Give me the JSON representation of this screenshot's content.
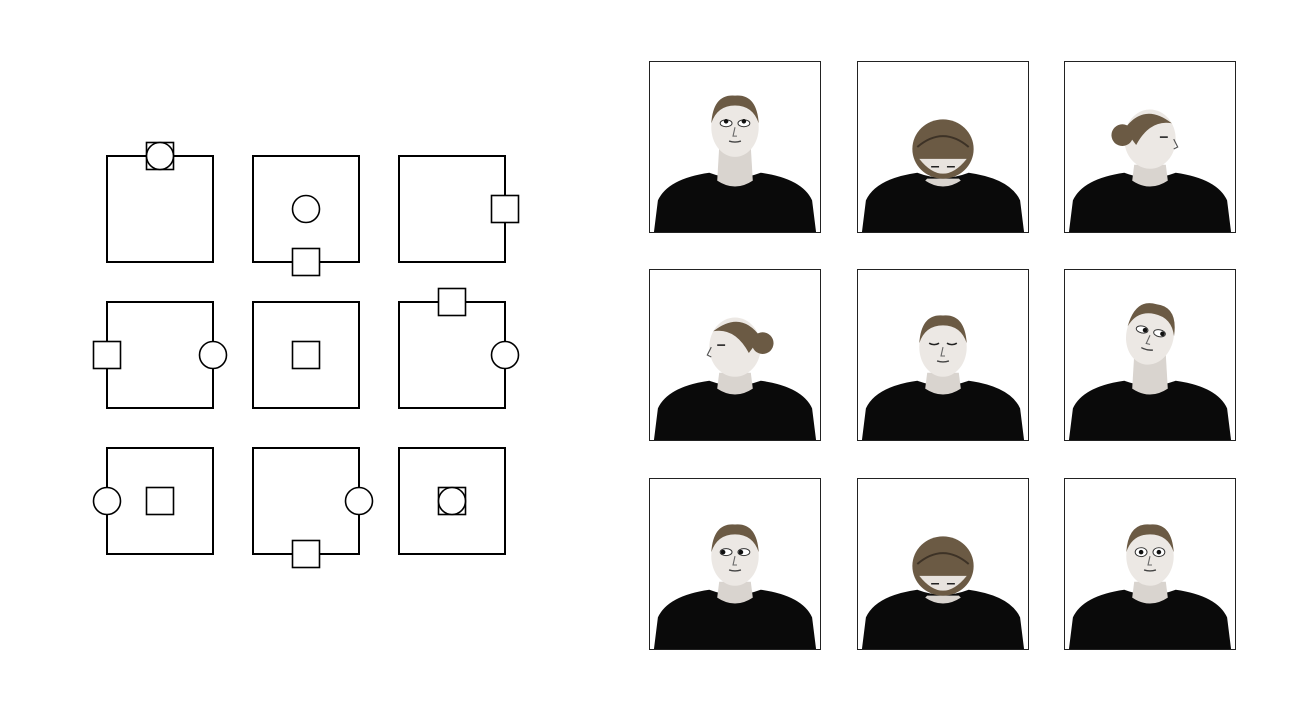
{
  "diagram": {
    "cells": [
      {
        "id": "top-square-with-circle",
        "square": "top",
        "circle": "top"
      },
      {
        "id": "bottom-square-center-circle",
        "square": "bottom",
        "circle": "center"
      },
      {
        "id": "right-square",
        "square": "right",
        "circle": "none"
      },
      {
        "id": "left-square-right-circle",
        "square": "left",
        "circle": "right"
      },
      {
        "id": "center-square",
        "square": "center",
        "circle": "none"
      },
      {
        "id": "top-square-right-circle",
        "square": "top",
        "circle": "right"
      },
      {
        "id": "center-square-left-circle",
        "square": "center",
        "circle": "left"
      },
      {
        "id": "bottom-square-right-circle",
        "square": "bottom",
        "circle": "right"
      },
      {
        "id": "center-square-with-circle",
        "square": "center",
        "circle": "center"
      }
    ]
  },
  "photos": [
    {
      "pose": "head-tilted-up",
      "eyes": "up",
      "colors": {
        "shirt": "#0a0a0a",
        "hair": "#6b5a44"
      }
    },
    {
      "pose": "head-down",
      "eyes": "down",
      "colors": {
        "shirt": "#0a0a0a",
        "hair": "#6b5a44"
      }
    },
    {
      "pose": "profile-right",
      "eyes": "closed",
      "colors": {
        "shirt": "#0a0a0a",
        "hair": "#6b5a44"
      }
    },
    {
      "pose": "profile-left",
      "eyes": "left",
      "colors": {
        "shirt": "#0a0a0a",
        "hair": "#6b5a44"
      }
    },
    {
      "pose": "frontal",
      "eyes": "closed",
      "colors": {
        "shirt": "#0a0a0a",
        "hair": "#6b5a44"
      }
    },
    {
      "pose": "head-tilted-up-right",
      "eyes": "right",
      "colors": {
        "shirt": "#0a0a0a",
        "hair": "#6b5a44"
      }
    },
    {
      "pose": "frontal",
      "eyes": "left",
      "colors": {
        "shirt": "#0a0a0a",
        "hair": "#6b5a44"
      }
    },
    {
      "pose": "head-down",
      "eyes": "down",
      "colors": {
        "shirt": "#0a0a0a",
        "hair": "#6b5a44"
      }
    },
    {
      "pose": "frontal",
      "eyes": "wide-open",
      "colors": {
        "shirt": "#0a0a0a",
        "hair": "#6b5a44"
      }
    }
  ]
}
